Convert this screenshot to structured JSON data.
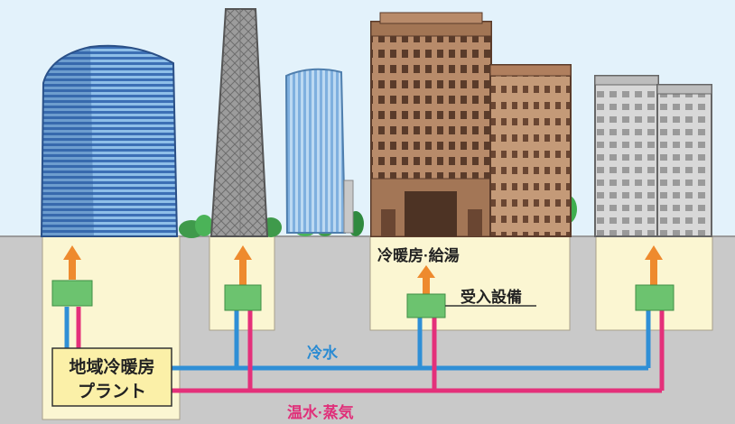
{
  "labels": {
    "heating_cooling_hot_water": "冷暖房·給湯",
    "receiving_equipment": "受入設備",
    "cold_water": "冷水",
    "hot_water_steam": "温水·蒸気",
    "plant_line1": "地域冷暖房",
    "plant_line2": "プラント"
  },
  "colors": {
    "sky": "#e3f2fb",
    "ground": "#c9c9c9",
    "basement": "#fbf6d2",
    "cold_pipe": "#2f8fd6",
    "hot_pipe": "#e4307a",
    "arrow": "#ee8a2e",
    "equipment": "#6cc36f",
    "label_blue": "#2a8bd3",
    "label_pink": "#e0307a"
  }
}
